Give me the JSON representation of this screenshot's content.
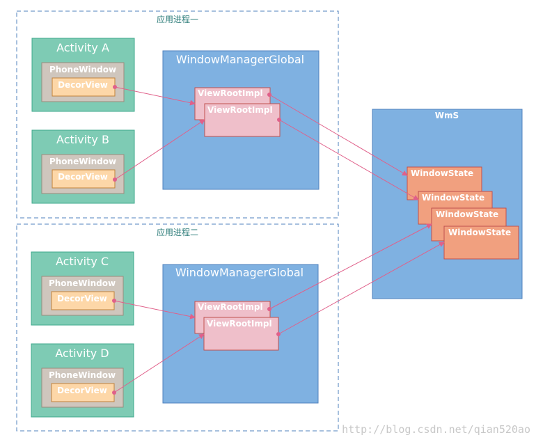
{
  "process_1": {
    "label": "应用进程一",
    "activity_a": {
      "title": "Activity A",
      "phone_window": "PhoneWindow",
      "decor_view": "DecorView"
    },
    "activity_b": {
      "title": "Activity B",
      "phone_window": "PhoneWindow",
      "decor_view": "DecorView"
    },
    "window_manager_global": {
      "title": "WindowManagerGlobal",
      "view_root_impl_1": "ViewRootImpl",
      "view_root_impl_2": "ViewRootImpl"
    }
  },
  "process_2": {
    "label": "应用进程二",
    "activity_c": {
      "title": "Activity C",
      "phone_window": "PhoneWindow",
      "decor_view": "DecorView"
    },
    "activity_d": {
      "title": "Activity D",
      "phone_window": "PhoneWindow",
      "decor_view": "DecorView"
    },
    "window_manager_global": {
      "title": "WindowManagerGlobal",
      "view_root_impl_1": "ViewRootImpl",
      "view_root_impl_2": "ViewRootImpl"
    }
  },
  "wms": {
    "title": "WmS",
    "window_states": [
      "WindowState",
      "WindowState",
      "WindowState",
      "WindowState"
    ]
  },
  "watermark": "http://blog.csdn.net/qian520ao",
  "colors": {
    "activity_fill": "#7ecbb4",
    "phone_window_fill": "#cfc6bd",
    "decor_view_fill": "#fdd7a8",
    "wmg_fill": "#7fb1e1",
    "view_root_fill": "#efbfca",
    "window_state_fill": "#f1a07f",
    "connector": "#e0608a"
  }
}
